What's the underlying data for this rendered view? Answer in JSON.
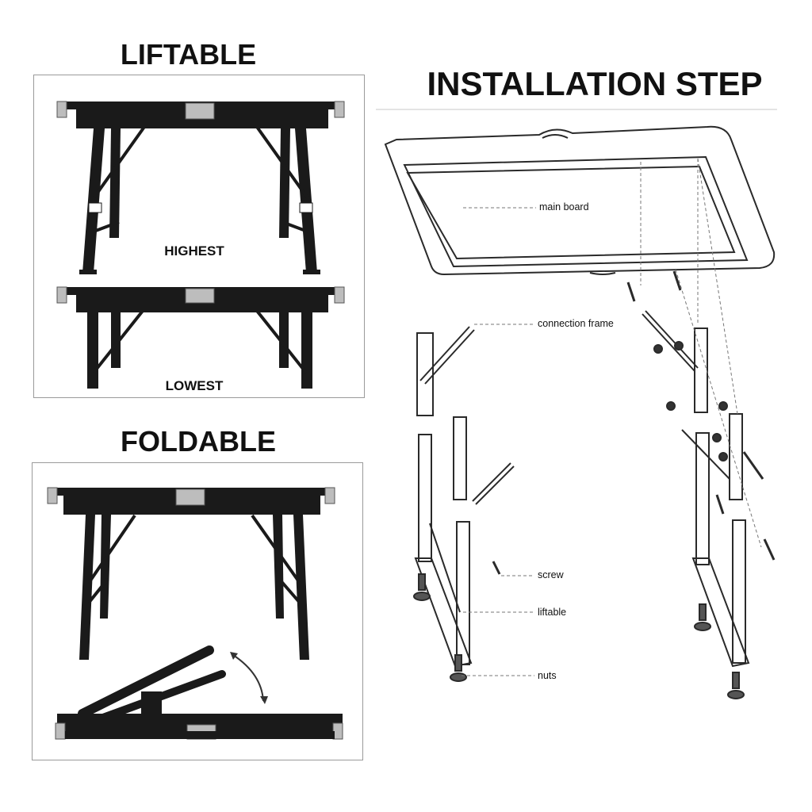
{
  "headings": {
    "liftable": "LIFTABLE",
    "foldable": "FOLDABLE",
    "installation": "INSTALLATION STEP"
  },
  "captions": {
    "highest": "HIGHEST",
    "lowest": "LOWEST"
  },
  "parts": {
    "main_board": "main board",
    "connection_frame": "connection frame",
    "screw": "screw",
    "liftable": "liftable",
    "nuts": "nuts"
  },
  "colors": {
    "frame": "#1a1a1a",
    "bracket": "#bdbdbd",
    "line": "#3a3a3a",
    "panel_border": "#9a9a9a"
  }
}
